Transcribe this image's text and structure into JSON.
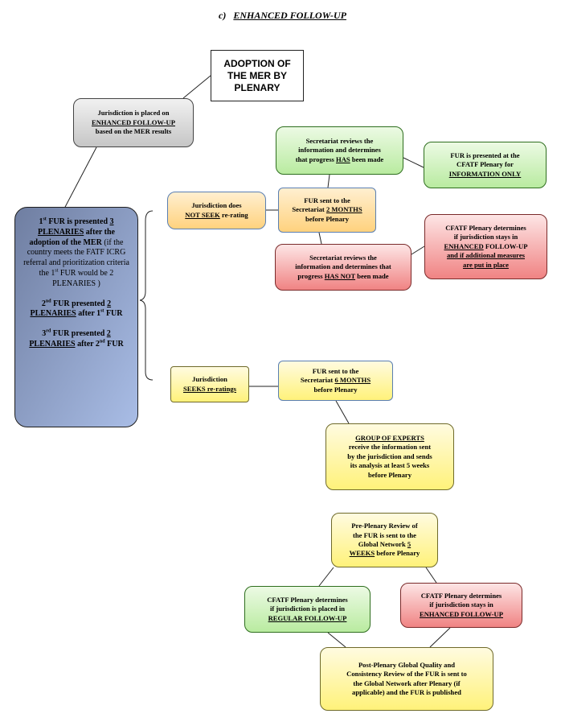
{
  "heading": {
    "prefix": "c)",
    "title": "ENHANCED FOLLOW-UP"
  },
  "adoption": {
    "line1": "ADOPTION OF",
    "line2": "THE MER BY",
    "line3": "PLENARY"
  },
  "placed": {
    "line1": "Jurisdiction is placed on",
    "emph": "ENHANCED FOLLOW-UP",
    "line3": "based on the MER results"
  },
  "fur_schedule": {
    "p1_a": "1",
    "p1_sup": "st",
    "p1_b": " FUR is presented ",
    "p1_c": "3",
    "p1_d": "PLENARIES",
    "p1_e": " after the adoption of the MER",
    "p1_f": " (if the country meets the FATF ICRG referral and prioritization criteria the 1",
    "p1_g": "st",
    "p1_h": " FUR would be 2 PLENARIES )",
    "p2_a": "2",
    "p2_sup": "nd",
    "p2_b": " FUR presented ",
    "p2_c": "2",
    "p2_d": "PLENARIES",
    "p2_e": " after 1",
    "p2_f": "st",
    "p2_g": " FUR",
    "p3_a": "3",
    "p3_sup": "rd",
    "p3_b": "  FUR presented ",
    "p3_c": "2",
    "p3_d": "PLENARIES",
    "p3_e": " after 2",
    "p3_f": "nd",
    "p3_g": " FUR"
  },
  "not_seek": {
    "line1": "Jurisdiction does",
    "emph": "NOT SEEK",
    "rest": " re-rating"
  },
  "seeks": {
    "line1": "Jurisdiction",
    "emph": "SEEKS",
    "rest": " re-ratings"
  },
  "sent2": {
    "line1": "FUR sent to the",
    "line2a": "Secretariat ",
    "emph": "2 MONTHS",
    "line3": "before Plenary"
  },
  "sent6": {
    "line1": "FUR sent to the",
    "line2a": "Secretariat ",
    "emph": "6 MONTHS",
    "line3": "before Plenary"
  },
  "has": {
    "line1": "Secretariat reviews the",
    "line2": "information and determines",
    "line3a": "that progress ",
    "emph": "HAS",
    "line3b": " been made"
  },
  "hasnot": {
    "line1": "Secretariat reviews the",
    "line2": "information and determines that",
    "line3a": "progress ",
    "emph": "HAS NOT",
    "line3b": " been made"
  },
  "info_only": {
    "line1": "FUR is presented at the",
    "line2": "CFATF Plenary for",
    "emph": "INFORMATION ONLY"
  },
  "red_top": {
    "line1": "CFATF Plenary determines",
    "line2": "if jurisdiction stays in",
    "emph1a": "ENHANCED",
    "emph1b": " FOLLOW-UP",
    "emph2": "and if additional measures",
    "emph3": "are put in place"
  },
  "experts": {
    "emph": "GROUP OF EXPERTS",
    "line2": "receive the information sent",
    "line3": "by the jurisdiction and sends",
    "line4": "its analysis at least 5 weeks",
    "line5": "before Plenary"
  },
  "preplenary": {
    "line1": "Pre-Plenary Review of",
    "line2": "the FUR is sent to the",
    "line3a": "Global Network ",
    "emph1": "5",
    "emph2": "WEEKS",
    "line4b": " before Plenary"
  },
  "regular": {
    "line1": "CFATF Plenary determines",
    "line2": "if jurisdiction is placed in",
    "emph": "REGULAR FOLLOW-UP"
  },
  "stays": {
    "line1": "CFATF Plenary determines",
    "line2": "if jurisdiction stays in",
    "emph": "ENHANCED FOLLOW-UP"
  },
  "postplenary": {
    "line1": "Post-Plenary Global Quality and",
    "line2": "Consistency Review of the FUR is sent to",
    "line3a": "the Global Network after",
    "line3b": " Plenary (if",
    "line4": "applicable) and the FUR is published"
  }
}
